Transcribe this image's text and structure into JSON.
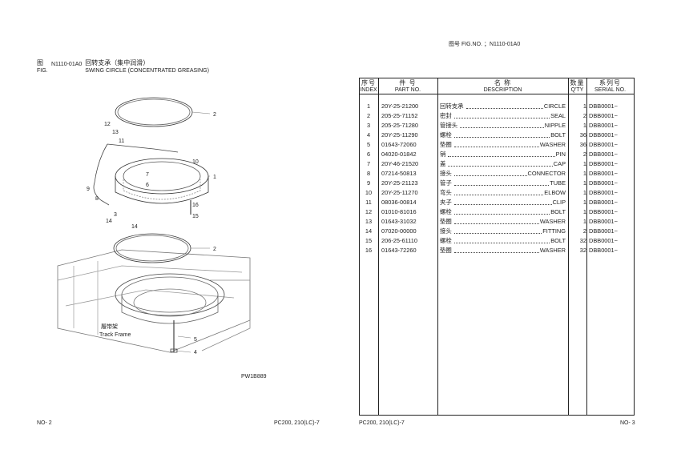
{
  "left_page": {
    "fig_label_cn": "图",
    "fig_label_en": "FIG.",
    "fig_code": "N1110-01A0",
    "title_cn": "回转支承（集中润滑）",
    "title_en": "SWING CIRCLE (CONCENTRATED GREASING)",
    "drawing": {
      "callouts": [
        "1",
        "2",
        "2",
        "3",
        "4",
        "5",
        "6",
        "7",
        "8",
        "9",
        "10",
        "11",
        "12",
        "13",
        "14",
        "14",
        "15",
        "16"
      ],
      "frame_label_cn": "履带架",
      "frame_label_en": "Track Frame",
      "pw_code": "PW1B889"
    },
    "footer_no": "NO- 2",
    "footer_model": "PC200, 210(LC)-7"
  },
  "right_page": {
    "fig_no_line": "图号  FIG.NO.  ；N1110-01A0",
    "table": {
      "headers": {
        "index_cn": "序号",
        "index_en": "INDEX",
        "part_cn": "件    号",
        "part_en": "PART NO.",
        "desc_cn": "名        称",
        "desc_en": "DESCRIPTION",
        "qty_cn": "数量",
        "qty_en": "Q'TY",
        "serial_cn": "系列号",
        "serial_en": "SERIAL NO."
      },
      "rows": [
        {
          "index": "1",
          "part": "20Y-25-21200",
          "cn": "回转支承",
          "en": "CIRCLE",
          "qty": "1",
          "serial": "DBB0001~"
        },
        {
          "index": "2",
          "part": "205-25-71152",
          "cn": "  密封",
          "en": "SEAL",
          "qty": "2",
          "serial": "DBB0001~"
        },
        {
          "index": "3",
          "part": "205-25-71280",
          "cn": "  管接头",
          "en": "NIPPLE",
          "qty": "1",
          "serial": "DBB0001~"
        },
        {
          "index": "4",
          "part": "20Y-25-11290",
          "cn": "螺栓",
          "en": "BOLT",
          "qty": "36",
          "serial": "DBB0001~"
        },
        {
          "index": "5",
          "part": "01643-72060",
          "cn": "垫圈",
          "en": "WASHER",
          "qty": "36",
          "serial": "DBB0001~"
        },
        {
          "index": "6",
          "part": "04020-01842",
          "cn": "销",
          "en": "PIN",
          "qty": "2",
          "serial": "DBB0001~"
        },
        {
          "index": "7",
          "part": "20Y-46-21520",
          "cn": "盖",
          "en": "CAP",
          "qty": "1",
          "serial": "DBB0001~"
        },
        {
          "index": "8",
          "part": "07214-50813",
          "cn": "接头",
          "en": "CONNECTOR",
          "qty": "1",
          "serial": "DBB0001~"
        },
        {
          "index": "9",
          "part": "20Y-25-21123",
          "cn": "管子",
          "en": "TUBE",
          "qty": "1",
          "serial": "DBB0001~"
        },
        {
          "index": "10",
          "part": "20Y-25-11270",
          "cn": "弯头",
          "en": "ELBOW",
          "qty": "1",
          "serial": "DBB0001~"
        },
        {
          "index": "11",
          "part": "08036-00814",
          "cn": "夹子",
          "en": "CLIP",
          "qty": "1",
          "serial": "DBB0001~"
        },
        {
          "index": "12",
          "part": "01010-81016",
          "cn": "螺栓",
          "en": "BOLT",
          "qty": "1",
          "serial": "DBB0001~"
        },
        {
          "index": "13",
          "part": "01643-31032",
          "cn": "垫圈",
          "en": "WASHER",
          "qty": "1",
          "serial": "DBB0001~"
        },
        {
          "index": "14",
          "part": "07020-00000",
          "cn": "接头",
          "en": "FITTING",
          "qty": "2",
          "serial": "DBB0001~"
        },
        {
          "index": "15",
          "part": "206-25-61110",
          "cn": "螺栓",
          "en": "BOLT",
          "qty": "32",
          "serial": "DBB0001~"
        },
        {
          "index": "16",
          "part": "01643-72260",
          "cn": "垫圈",
          "en": "WASHER",
          "qty": "32",
          "serial": "DBB0001~"
        }
      ]
    },
    "footer_model": "PC200, 210(LC)-7",
    "footer_no": "NO- 3"
  }
}
